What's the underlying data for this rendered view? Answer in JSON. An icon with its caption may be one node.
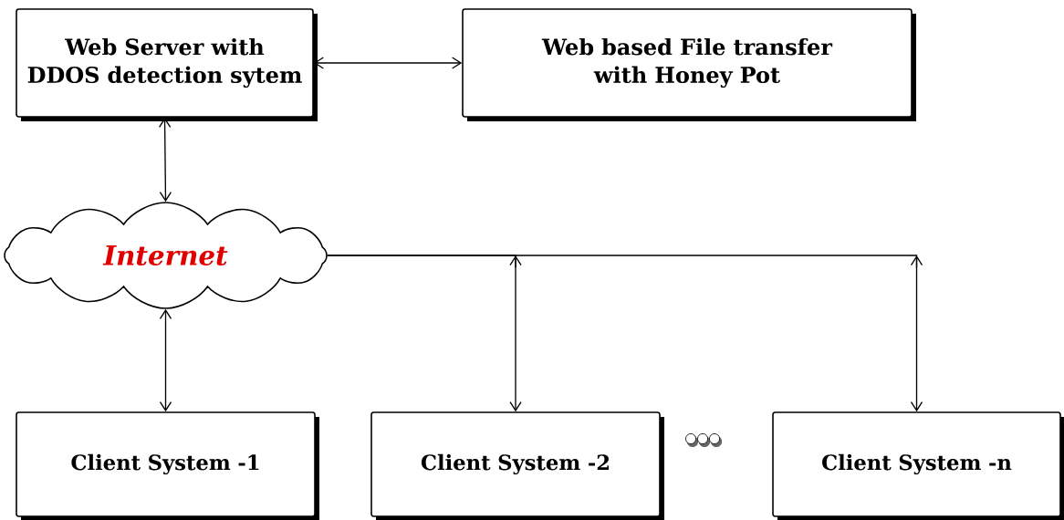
{
  "diagram": {
    "nodes": [
      {
        "text": [
          "Web Server with DDOS detection sytem"
        ]
      },
      {
        "text": [
          "Web based File transfer with Honey Pot"
        ]
      },
      {
        "text": [
          "Internet"
        ]
      },
      {
        "text": [
          "Client System -1"
        ]
      },
      {
        "text": [
          "Client System -2"
        ]
      },
      {
        "text": [
          "Client System -n"
        ]
      }
    ],
    "edges": [
      {
        "from": 0,
        "to": 1,
        "arrow": "both"
      },
      {
        "from": 0,
        "to": 2,
        "arrow": "both"
      },
      {
        "from": 2,
        "to": 3,
        "arrow": "both"
      },
      {
        "from": 2,
        "to": 4,
        "arrow": "to"
      },
      {
        "from": 2,
        "to": 5,
        "arrow": "to"
      }
    ]
  }
}
